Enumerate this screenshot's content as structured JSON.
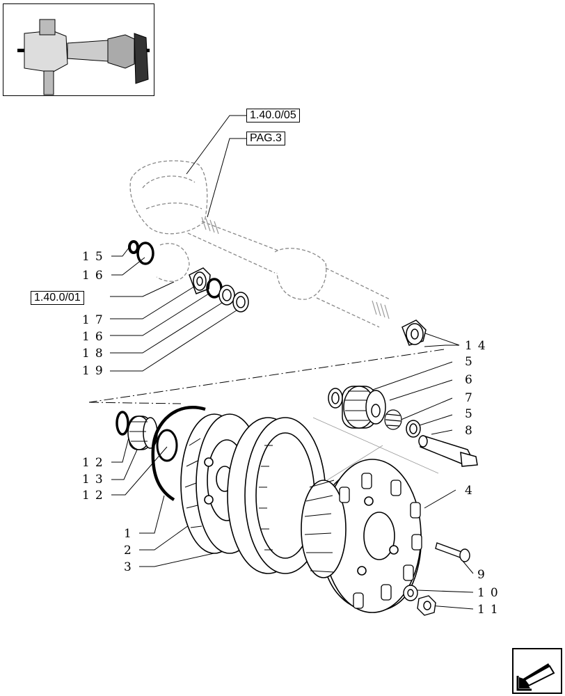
{
  "references": {
    "ref_top": "1.40.0/05",
    "ref_page": "PAG.3",
    "ref_left": "1.40.0/01"
  },
  "callouts": {
    "c15": "15",
    "c16a": "16",
    "c17": "17",
    "c16b": "16",
    "c18": "18",
    "c19": "19",
    "c14": "14",
    "c5a": "5",
    "c6": "6",
    "c7": "7",
    "c5b": "5",
    "c8": "8",
    "c12a": "12",
    "c13": "13",
    "c12b": "12",
    "c4": "4",
    "c1": "1",
    "c2": "2",
    "c3": "3",
    "c9": "9",
    "c10": "10",
    "c11": "11"
  },
  "icons": {
    "thumbnail": "axle-assembly-thumbnail",
    "nav": "arrow-back-icon"
  }
}
